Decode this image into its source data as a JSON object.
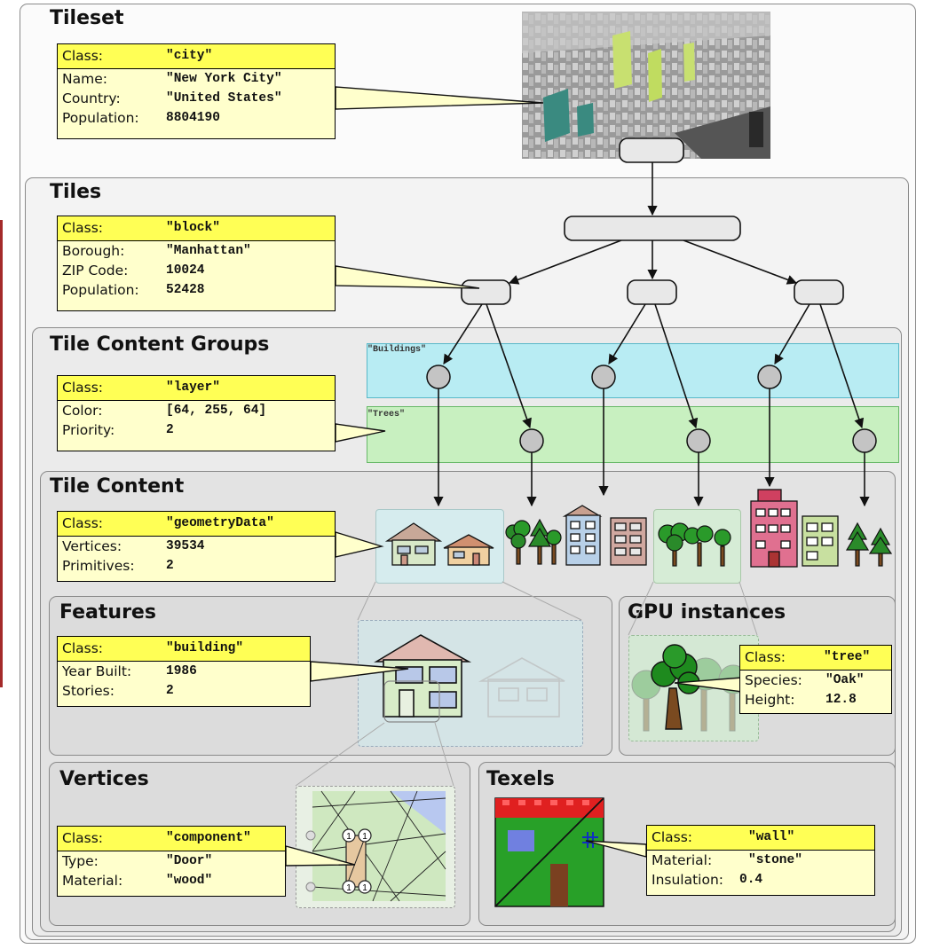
{
  "panels": {
    "tileset": "Tileset",
    "tiles": "Tiles",
    "groups": "Tile Content Groups",
    "content": "Tile Content",
    "features": "Features",
    "gpu": "GPU instances",
    "vertices": "Vertices",
    "texels": "Texels"
  },
  "cards": {
    "tileset": {
      "class_key": "Class:",
      "class_val": "\"city\"",
      "rows": [
        {
          "k": "Name:",
          "v": "\"New York City\""
        },
        {
          "k": "Country:",
          "v": "\"United States\""
        },
        {
          "k": "Population:",
          "v": "8804190"
        }
      ]
    },
    "tiles": {
      "class_key": "Class:",
      "class_val": "\"block\"",
      "rows": [
        {
          "k": "Borough:",
          "v": "\"Manhattan\""
        },
        {
          "k": "ZIP Code:",
          "v": "10024"
        },
        {
          "k": "Population:",
          "v": "52428"
        }
      ]
    },
    "groups": {
      "class_key": "Class:",
      "class_val": "\"layer\"",
      "rows": [
        {
          "k": "Color:",
          "v": "[64, 255, 64]"
        },
        {
          "k": "Priority:",
          "v": "2"
        }
      ]
    },
    "content": {
      "class_key": "Class:",
      "class_val": "\"geometryData\"",
      "rows": [
        {
          "k": "Vertices:",
          "v": "39534"
        },
        {
          "k": "Primitives:",
          "v": "2"
        }
      ]
    },
    "features": {
      "class_key": "Class:",
      "class_val": "\"building\"",
      "rows": [
        {
          "k": "Year Built:",
          "v": "1986"
        },
        {
          "k": "Stories:",
          "v": "2"
        }
      ]
    },
    "gpu": {
      "class_key": "Class:",
      "class_val": "\"tree\"",
      "rows": [
        {
          "k": "Species:",
          "v": "\"Oak\""
        },
        {
          "k": "Height:",
          "v": "12.8"
        }
      ]
    },
    "vertices": {
      "class_key": "Class:",
      "class_val": "\"component\"",
      "rows": [
        {
          "k": "Type:",
          "v": "\"Door\""
        },
        {
          "k": "Material:",
          "v": "\"wood\""
        }
      ]
    },
    "texels": {
      "class_key": "Class:",
      "class_val": "\"wall\"",
      "rows": [
        {
          "k": "Material:",
          "v": "\"stone\""
        },
        {
          "k": "Insulation:",
          "v": "0.4"
        }
      ]
    }
  },
  "groups": {
    "buildings_label": "\"Buildings\"",
    "trees_label": "\"Trees\""
  },
  "vertex_markers": [
    "1",
    "1",
    "1",
    "1"
  ],
  "colors": {
    "card_header": "#ffff55",
    "card_body": "#ffffcc",
    "buildings_band": "#b8ecf3",
    "trees_band": "#c8f0c0",
    "node": "#e8e8e8",
    "content_node": "#c8c8c8",
    "texel_red": "#e02020",
    "texel_green": "#28a028"
  },
  "icons": {
    "tileset_image": "city-3d-tiles-image",
    "houses": "house-icon",
    "trees": "tree-icon",
    "apartments": "apartment-building-icon"
  }
}
